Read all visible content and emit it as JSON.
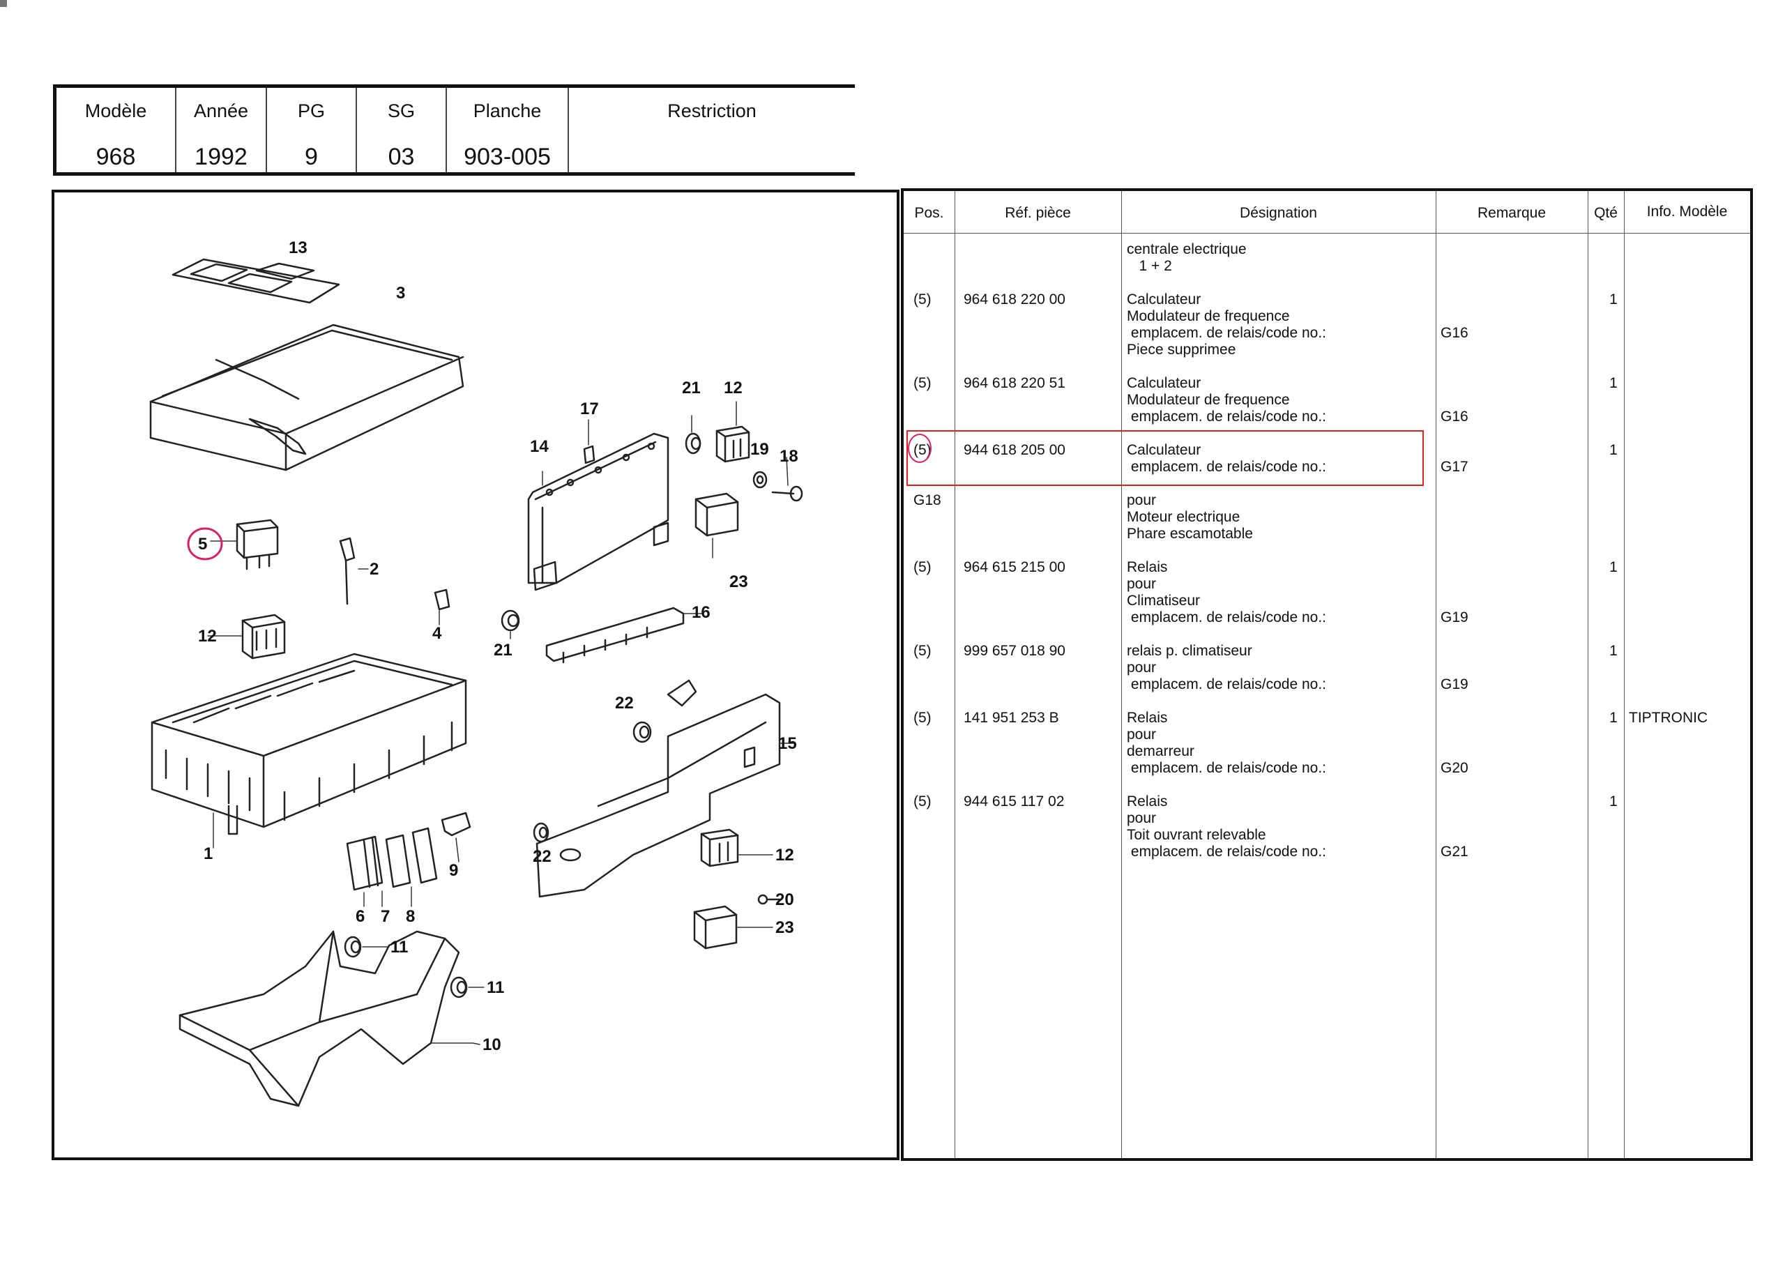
{
  "header": {
    "columns": [
      {
        "label": "Modèle",
        "value": "968"
      },
      {
        "label": "Année",
        "value": "1992"
      },
      {
        "label": "PG",
        "value": "9"
      },
      {
        "label": "SG",
        "value": "03"
      },
      {
        "label": "Planche",
        "value": "903-005"
      },
      {
        "label": "Restriction",
        "value": ""
      }
    ]
  },
  "diagram": {
    "callouts": [
      "13",
      "3",
      "17",
      "21",
      "12",
      "14",
      "19",
      "18",
      "5",
      "2",
      "16",
      "4",
      "21",
      "23",
      "12",
      "22",
      "15",
      "1",
      "9",
      "22",
      "12",
      "6",
      "7",
      "8",
      "20",
      "23",
      "11",
      "11",
      "10"
    ]
  },
  "parts_table": {
    "headers": {
      "pos": "Pos.",
      "ref": "Réf. pièce",
      "designation": "Désignation",
      "remark": "Remarque",
      "qty": "Qté",
      "info": "Info. Modèle"
    },
    "rows": [
      {
        "pos": "",
        "ref": "",
        "designation": [
          "centrale electrique",
          "   1 + 2"
        ],
        "remark": "",
        "qty": "",
        "info": ""
      },
      {
        "pos": "(5)",
        "ref": "964 618 220 00",
        "designation": [
          "Calculateur",
          "Modulateur de frequence",
          " emplacem. de relais/code no.:",
          "Piece supprimee"
        ],
        "remark": "G16",
        "qty": "1",
        "info": ""
      },
      {
        "pos": "(5)",
        "ref": "964 618 220 51",
        "designation": [
          "Calculateur",
          "Modulateur de frequence",
          " emplacem. de relais/code no.:"
        ],
        "remark": "G16",
        "qty": "1",
        "info": ""
      },
      {
        "pos": "(5)",
        "ref": "944 618 205 00",
        "designation": [
          "Calculateur",
          " emplacem. de relais/code no.:"
        ],
        "remark": "G17",
        "qty": "1",
        "info": ""
      },
      {
        "pos": "G18",
        "ref": "",
        "designation": [
          "pour",
          "Moteur electrique",
          "Phare escamotable"
        ],
        "remark": "",
        "qty": "",
        "info": ""
      },
      {
        "pos": "(5)",
        "ref": "964 615 215 00",
        "designation": [
          "Relais",
          "pour",
          "Climatiseur",
          " emplacem. de relais/code no.:"
        ],
        "remark": "G19",
        "qty": "1",
        "info": ""
      },
      {
        "pos": "(5)",
        "ref": "999 657 018 90",
        "designation": [
          "relais p. climatiseur",
          "pour",
          " emplacem. de relais/code no.:"
        ],
        "remark": "G19",
        "qty": "1",
        "info": ""
      },
      {
        "pos": "(5)",
        "ref": "141 951 253 B",
        "designation": [
          "Relais",
          "pour",
          "demarreur",
          " emplacem. de relais/code no.:"
        ],
        "remark": "G20",
        "qty": "1",
        "info": "TIPTRONIC"
      },
      {
        "pos": "(5)",
        "ref": "944 615 117 02",
        "designation": [
          "Relais",
          "pour",
          "Toit ouvrant relevable",
          " emplacem. de relais/code no.:"
        ],
        "remark": "G21",
        "qty": "1",
        "info": ""
      }
    ]
  },
  "colors": {
    "highlight_box": "#e02020",
    "annotation_circle": "#d1246a"
  }
}
